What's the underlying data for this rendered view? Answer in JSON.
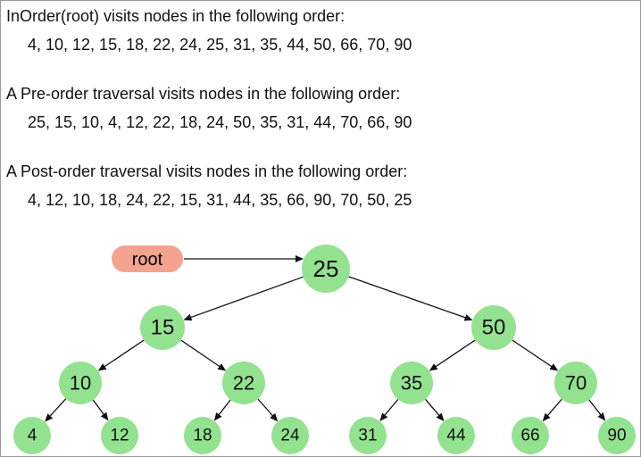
{
  "traversals": [
    {
      "heading": "InOrder(root) visits nodes in the following order:",
      "sequence": "4, 10, 12, 15, 18, 22, 24, 25, 31, 35, 44, 50, 66, 70, 90"
    },
    {
      "heading": "A Pre-order traversal visits nodes in the following order:",
      "sequence": "25, 15, 10, 4, 12, 22, 18, 24, 50, 35, 31, 44, 70, 66, 90"
    },
    {
      "heading": "A Post-order traversal visits nodes in the following order:",
      "sequence": "4, 12, 10, 18, 24, 22, 15, 31, 44, 35, 66, 90, 70, 50, 25"
    }
  ],
  "root_pointer": {
    "label": "root",
    "color": "#f4a38e"
  },
  "tree": {
    "node_color": "#93e290",
    "nodes": [
      "25",
      "15",
      "50",
      "10",
      "22",
      "35",
      "70",
      "4",
      "12",
      "18",
      "24",
      "31",
      "44",
      "66",
      "90"
    ],
    "edges": [
      [
        "25",
        "15"
      ],
      [
        "25",
        "50"
      ],
      [
        "15",
        "10"
      ],
      [
        "15",
        "22"
      ],
      [
        "50",
        "35"
      ],
      [
        "50",
        "70"
      ],
      [
        "10",
        "4"
      ],
      [
        "10",
        "12"
      ],
      [
        "22",
        "18"
      ],
      [
        "22",
        "24"
      ],
      [
        "35",
        "31"
      ],
      [
        "35",
        "44"
      ],
      [
        "70",
        "66"
      ],
      [
        "70",
        "90"
      ]
    ]
  }
}
